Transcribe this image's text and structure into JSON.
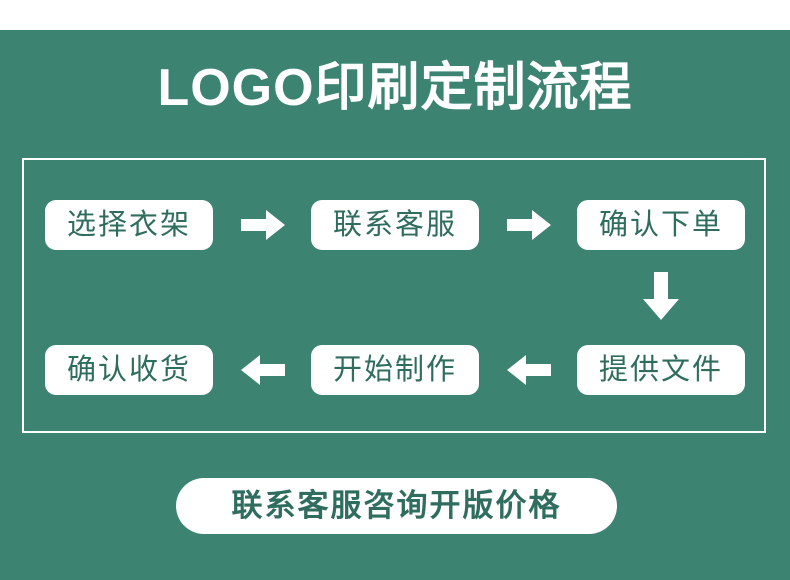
{
  "colors": {
    "panel_green": "#3d8372",
    "box_fill": "#ffffff",
    "box_text": "#2f6d5e",
    "title_text": "#ffffff",
    "frame_border": "#ffffff"
  },
  "header": {
    "title": "LOGO印刷定制流程"
  },
  "flow": {
    "row1": [
      {
        "label": "选择衣架"
      },
      {
        "label": "联系客服"
      },
      {
        "label": "确认下单"
      }
    ],
    "row2": [
      {
        "label": "确认收货"
      },
      {
        "label": "开始制作"
      },
      {
        "label": "提供文件"
      }
    ],
    "arrows": {
      "row1_a": "arrow-right-icon",
      "row1_b": "arrow-right-icon",
      "down": "arrow-down-icon",
      "row2_a": "arrow-left-icon",
      "row2_b": "arrow-left-icon"
    }
  },
  "cta": {
    "label": "联系客服咨询开版价格"
  }
}
